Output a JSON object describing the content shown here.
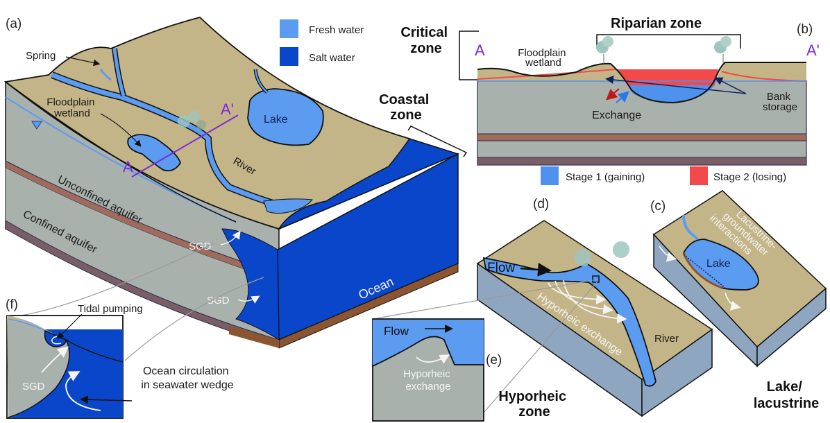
{
  "colors": {
    "land": "#c4b588",
    "fresh_water": "#5b9bf0",
    "salt_water": "#0a46c9",
    "aquifer": "#a9b1ad",
    "confining_layer": "#9e6b5c",
    "bedrock": "#7a5e67",
    "block_side": "#8fa6c0",
    "stage1": "#4f92ee",
    "stage2": "#f24a4a",
    "section_line": "#7a2bd6",
    "outline": "#111111",
    "sediment": "#8a5530"
  },
  "legend": {
    "fresh_water": "Fresh water",
    "salt_water": "Salt water"
  },
  "panel_a": {
    "tag": "(a)",
    "spring": "Spring",
    "floodplain_wetland_line1": "Floodplain",
    "floodplain_wetland_line2": "wetland",
    "section_start": "A",
    "section_end": "A'",
    "lake": "Lake",
    "river": "River",
    "coastal_zone_line1": "Coastal",
    "coastal_zone_line2": "zone",
    "unconfined_aquifer": "Unconfined aquifer",
    "confined_aquifer": "Confined aquifer",
    "sgd_upper": "SGD",
    "sgd_lower": "SGD",
    "ocean": "Ocean"
  },
  "panel_b": {
    "tag": "(b)",
    "critical_zone_line1": "Critical",
    "critical_zone_line2": "zone",
    "riparian_zone": "Riparian zone",
    "section_start": "A",
    "section_end": "A'",
    "floodplain_wetland_line1": "Floodplain",
    "floodplain_wetland_line2": "wetland",
    "exchange": "Exchange",
    "bank_storage_line1": "Bank",
    "bank_storage_line2": "storage",
    "stage1_label": "Stage 1 (gaining)",
    "stage2_label": "Stage 2 (losing)"
  },
  "panel_c": {
    "tag": "(c)",
    "interactions_line1": "Lacustrine-",
    "interactions_line2": "groundwater",
    "interactions_line3": "interactions",
    "lake": "Lake",
    "title_line1": "Lake/",
    "title_line2": "lacustrine"
  },
  "panel_d": {
    "tag": "(d)",
    "flow": "Flow",
    "hyporheic_exchange": "Hyporheic exchange",
    "river": "River"
  },
  "panel_e": {
    "tag": "(e)",
    "flow": "Flow",
    "hyporheic_line1": "Hyporheic",
    "hyporheic_line2": "exchange",
    "title_line1": "Hyporheic",
    "title_line2": "zone"
  },
  "panel_f": {
    "tag": "(f)",
    "tidal_pumping": "Tidal pumping",
    "sgd": "SGD",
    "ocean_circulation_line1": "Ocean circulation",
    "ocean_circulation_line2": "in seawater wedge"
  }
}
